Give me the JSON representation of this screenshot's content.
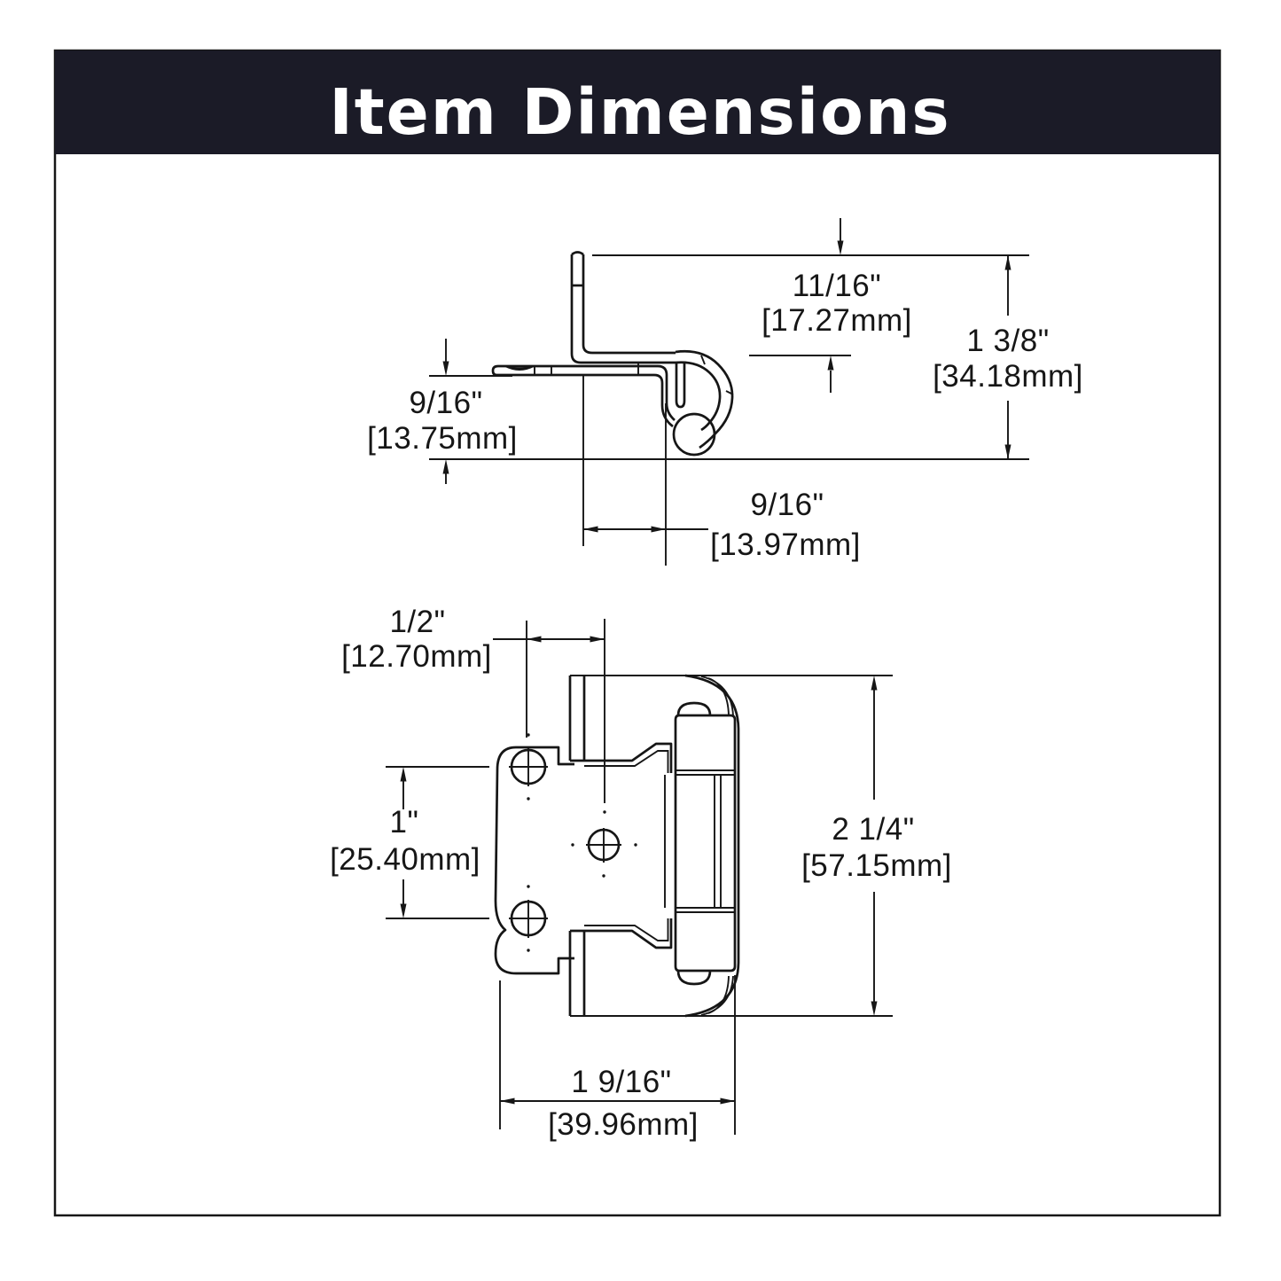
{
  "header": {
    "title": "Item Dimensions"
  },
  "colors": {
    "header_bg": "#1b1b27",
    "line": "#161616",
    "page_bg": "#ffffff",
    "title_text": "#ffffff"
  },
  "side_view": {
    "top_inset": {
      "inch": "11/16\"",
      "mm": "[17.27mm]"
    },
    "overall_depth": {
      "inch": "1 3/8\"",
      "mm": "[34.18mm]"
    },
    "left_offset": {
      "inch": "9/16\"",
      "mm": "[13.75mm]"
    },
    "bottom_offset": {
      "inch": "9/16\"",
      "mm": "[13.97mm]"
    }
  },
  "front_view": {
    "overlay": {
      "inch": "1/2\"",
      "mm": "[12.70mm]"
    },
    "hole_spacing": {
      "inch": "1\"",
      "mm": "[25.40mm]"
    },
    "overall_height": {
      "inch": "2 1/4\"",
      "mm": "[57.15mm]"
    },
    "overall_width": {
      "inch": "1 9/16\"",
      "mm": "[39.96mm]"
    }
  }
}
